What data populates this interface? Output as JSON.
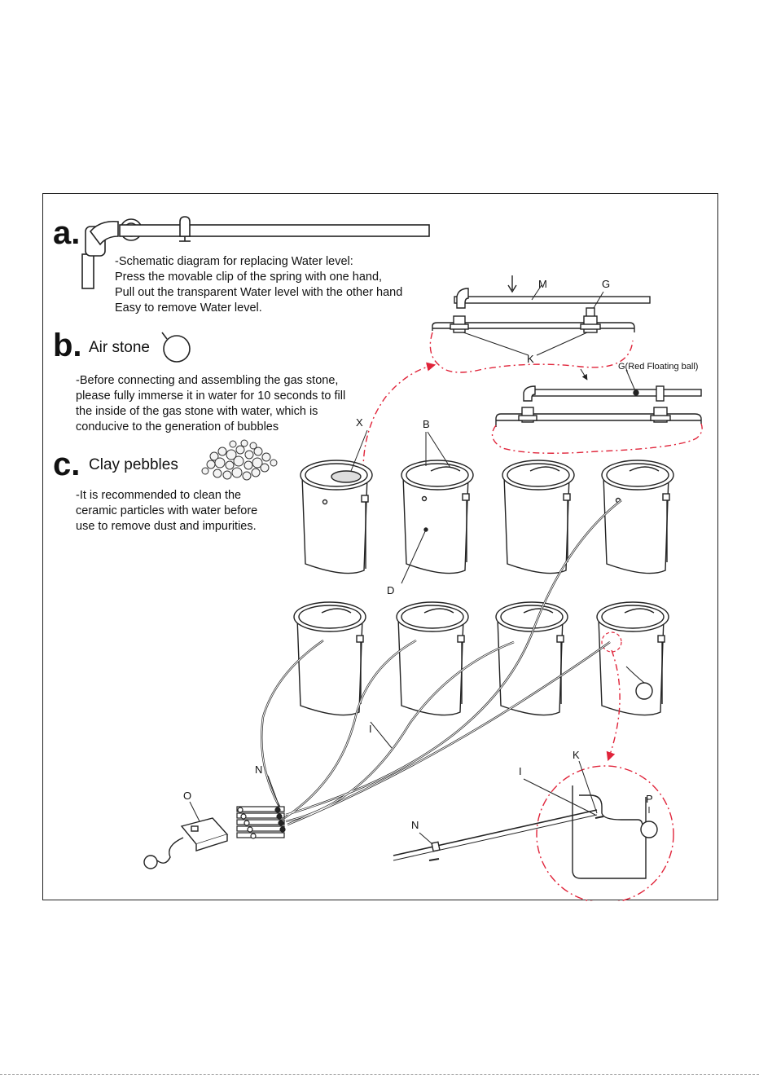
{
  "section_a": {
    "letter": "a.",
    "lines": [
      "-Schematic diagram for replacing  Water level:",
      "Press the movable clip of the spring with one hand,",
      "Pull out the transparent Water level with the other hand",
      "Easy to remove Water level."
    ]
  },
  "section_b": {
    "letter": "b.",
    "title": "Air stone",
    "lines": [
      "-Before connecting and assembling the gas stone,",
      "please fully immerse it in water for 10 seconds to fill",
      "the inside of the gas stone with water, which is",
      "conducive to the generation of bubbles"
    ]
  },
  "section_c": {
    "letter": "c.",
    "title": "Clay pebbles",
    "lines": [
      "-It is recommended to clean the",
      "ceramic particles with water before",
      "use to remove dust and impurities."
    ]
  },
  "labels": {
    "M": "M",
    "G": "G",
    "K_top": "K",
    "G_red": "G(Red Floating ball)",
    "X": "X",
    "B": "B",
    "D": "D",
    "I_mid": "I",
    "N_left": "N",
    "O": "O",
    "I_detail": "I",
    "K_detail": "K",
    "P": "P",
    "N_detail": "N"
  },
  "colors": {
    "line": "#222222",
    "callout": "#e0243a"
  }
}
